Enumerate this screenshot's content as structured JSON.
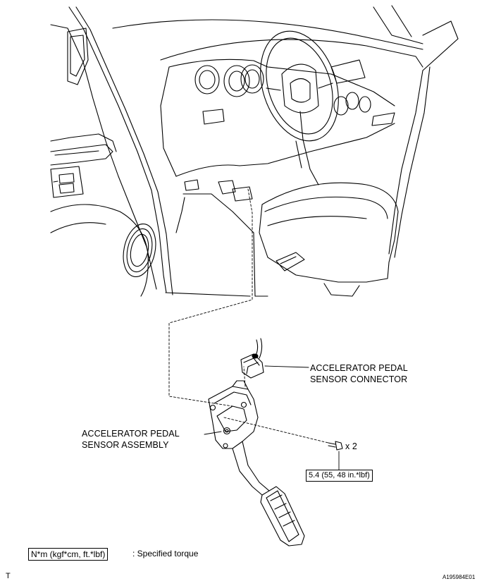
{
  "labels": {
    "connector_line1": "ACCELERATOR PEDAL",
    "connector_line2": "SENSOR CONNECTOR",
    "assembly_line1": "ACCELERATOR PEDAL",
    "assembly_line2": "SENSOR ASSEMBLY",
    "bolt_count": "x 2",
    "torque_spec": "5.4 (55, 48 in.*lbf)"
  },
  "legend": {
    "unit_box": "N*m (kgf*cm, ft.*lbf)",
    "unit_desc": ": Specified torque"
  },
  "footer": {
    "left_mark": "T",
    "figure_id": "A195984E01"
  }
}
